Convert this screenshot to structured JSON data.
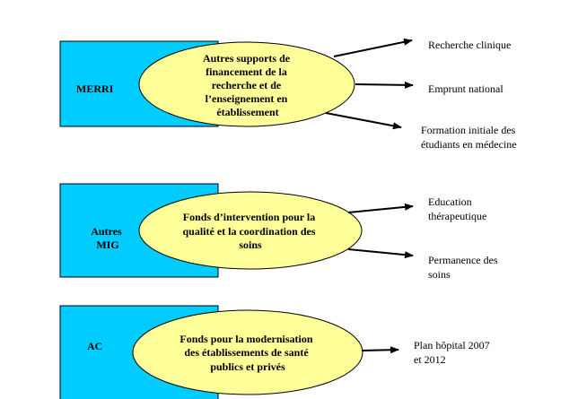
{
  "colors": {
    "box": "#00CCFF",
    "ellipse": "#FFFF99",
    "stroke": "#000000"
  },
  "groups": [
    {
      "box_label": [
        "MERRI"
      ],
      "ellipse_text": [
        "Autres supports de",
        "financement de la",
        "recherche et de",
        "l’enseignement en",
        "établissement"
      ],
      "targets": [
        [
          "Recherche clinique"
        ],
        [
          "Emprunt national"
        ],
        [
          "Formation initiale des",
          "étudiants en médecine"
        ]
      ]
    },
    {
      "box_label": [
        "Autres",
        "MIG"
      ],
      "ellipse_text": [
        "Fonds d’intervention pour la",
        "qualité et la coordination des",
        "soins"
      ],
      "targets": [
        [
          "Education",
          "thérapeutique"
        ],
        [
          "Permanence des",
          "soins"
        ]
      ]
    },
    {
      "box_label": [
        "AC"
      ],
      "ellipse_text": [
        "Fonds pour la modernisation",
        "des établissements de santé",
        "publics et privés"
      ],
      "targets": [
        [
          "Plan hôpital 2007",
          "et 2012"
        ]
      ]
    }
  ]
}
